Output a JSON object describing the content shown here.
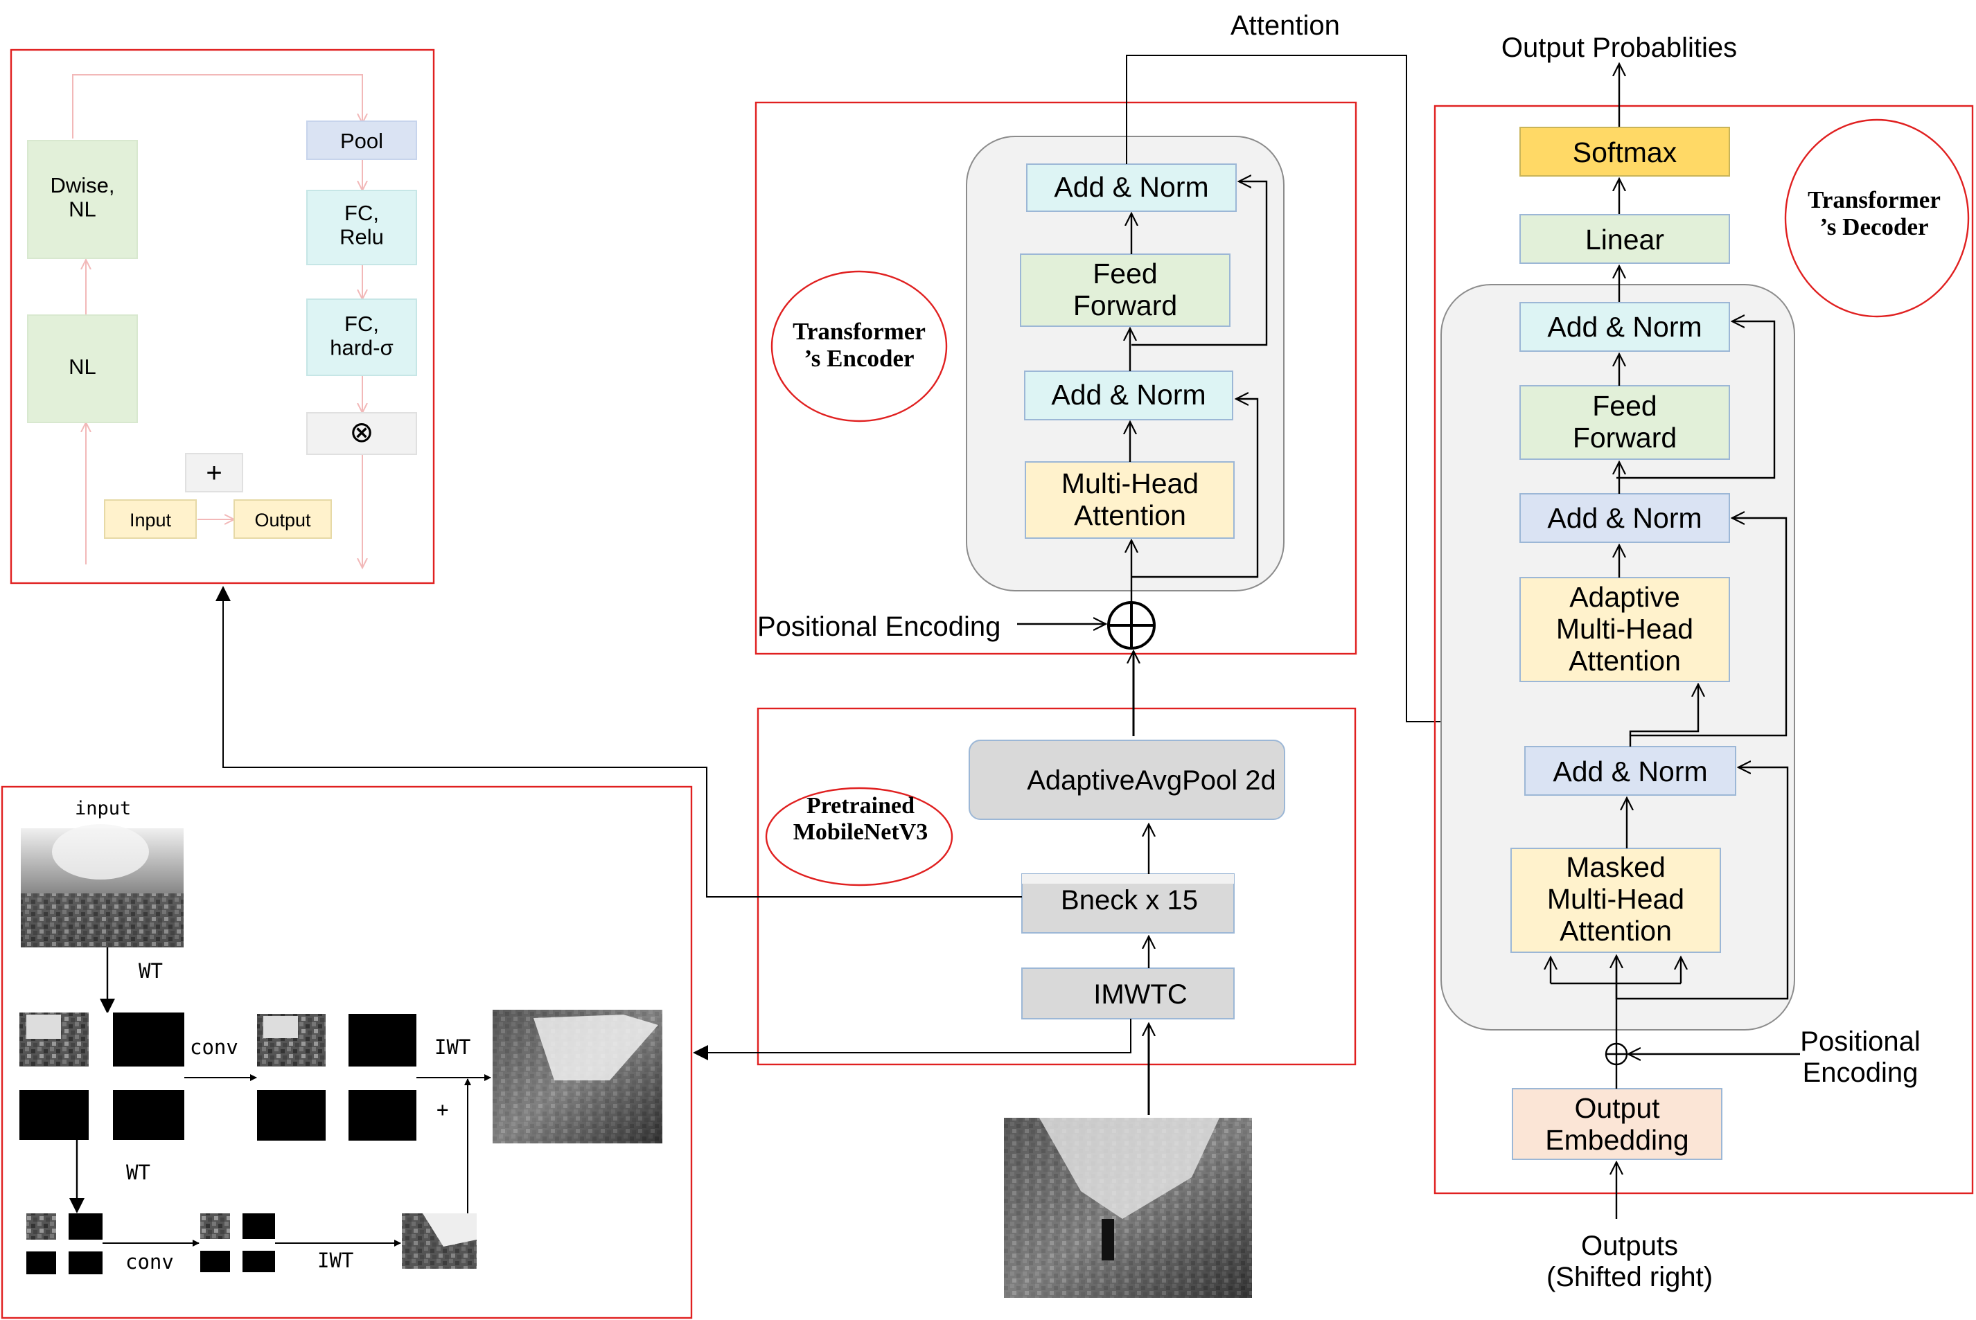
{
  "colors": {
    "frame_red": "#e02020",
    "bneck_pink": "#f2b8b8",
    "arrow": "#000000",
    "block_bg": "#f2f2f2",
    "block_border": "#8c8c8c",
    "yellow": "#fff2cc",
    "yellow_border": "#d6b656",
    "green": "#e2f0d9",
    "green_border": "#a9c79a",
    "cyan": "#ddf4f4",
    "cyan_border": "#9cb7d6",
    "blue_light": "#dae3f3",
    "blue_border": "#8ea9db",
    "gray": "#d9d9d9",
    "softmax": "#ffd966",
    "output_emb": "#fbe5d6"
  },
  "bneck": {
    "dwise": "Dwise,\nNL",
    "nl": "NL",
    "pool": "Pool",
    "fc_relu": "FC,\nRelu",
    "fc_hard": "FC,\nhard-σ",
    "multiply": "⊗",
    "plus": "+",
    "input": "Input",
    "output": "Output"
  },
  "wt": {
    "input_label": "input",
    "wt1": "WT",
    "conv1": "conv",
    "iwt1": "IWT",
    "plus": "+",
    "wt2": "WT",
    "conv2": "conv",
    "iwt2": "IWT"
  },
  "mobilenet": {
    "name": "Pretrained\nMobileNetV3",
    "pool": "AdaptiveAvgPool 2d",
    "bneck": "Bneck  x 15",
    "imwtc": "IMWTC"
  },
  "encoder": {
    "name": "Transformer\n’s Encoder",
    "add_norm_top": "Add & Norm",
    "feed_forward": "Feed\nForward",
    "add_norm_bottom": "Add & Norm",
    "mha": "Multi-Head\nAttention",
    "pos_enc": "Positional Encoding",
    "attention_label": "Attention"
  },
  "decoder": {
    "name": "Transformer\n’s Decoder",
    "output_probs": "Output Probablities",
    "softmax": "Softmax",
    "linear": "Linear",
    "add_norm_1": "Add & Norm",
    "feed_forward": "Feed\nForward",
    "add_norm_2": "Add & Norm",
    "adaptive_mha": "Adaptive\nMulti-Head\nAttention",
    "add_norm_3": "Add & Norm",
    "masked_mha": "Masked\nMulti-Head\nAttention",
    "pos_enc": "Positional\nEncoding",
    "output_embedding": "Output\nEmbedding",
    "outputs": "Outputs\n(Shifted right)"
  }
}
